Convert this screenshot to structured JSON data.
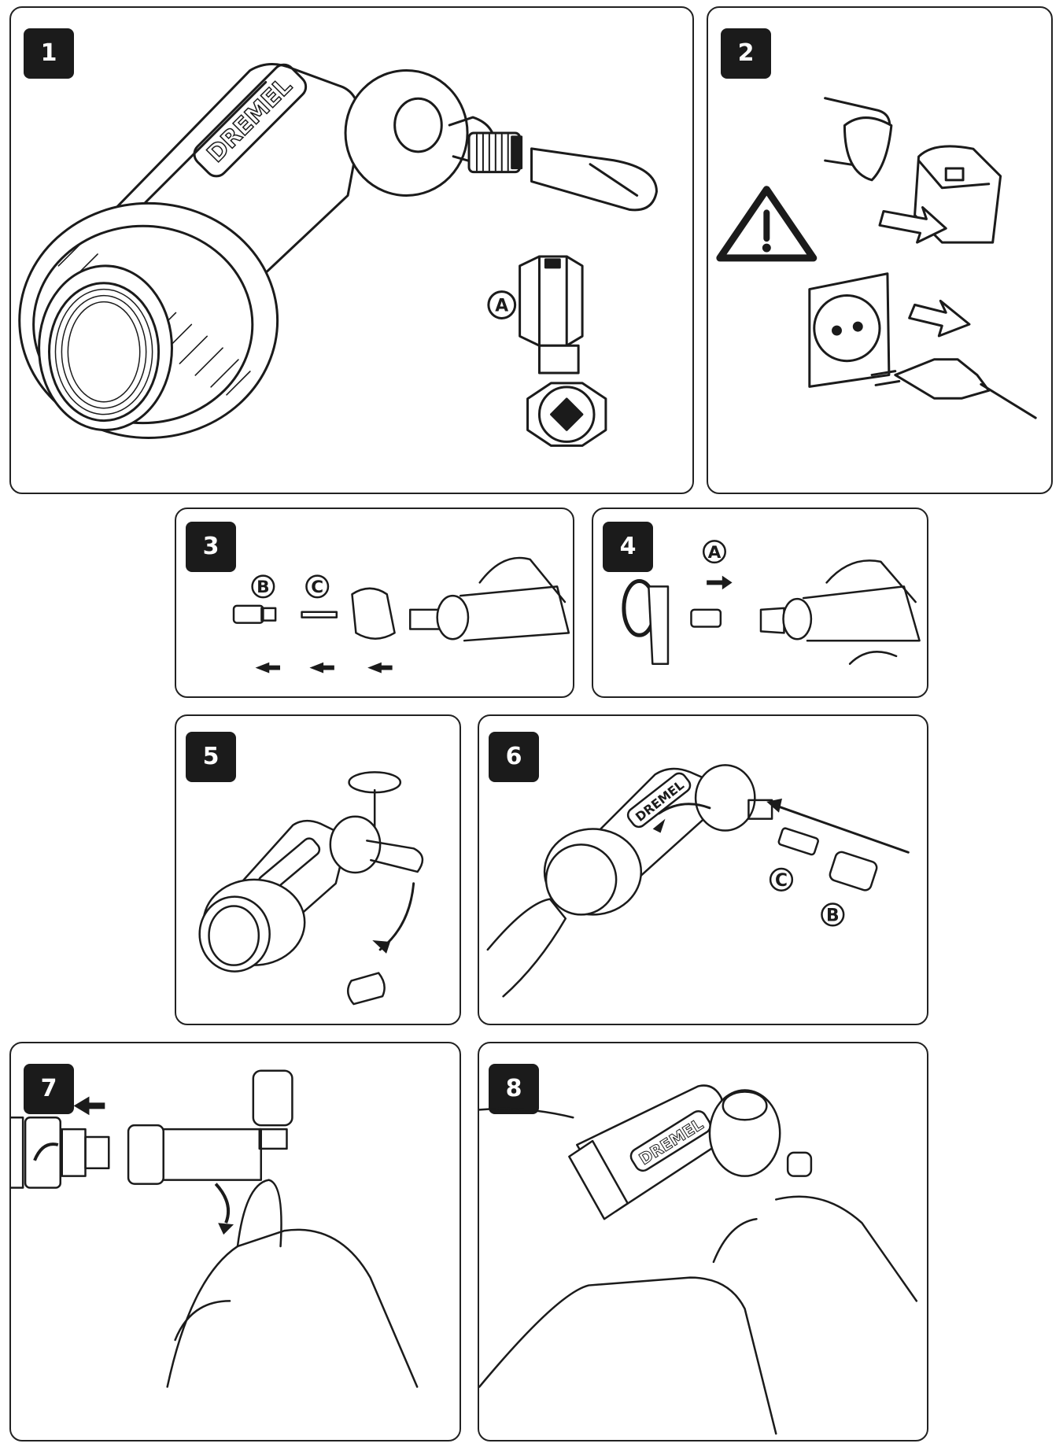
{
  "panels": [
    {
      "step": "1",
      "callouts": [
        "A"
      ],
      "brand": "DREMEL"
    },
    {
      "step": "2",
      "callouts": []
    },
    {
      "step": "3",
      "callouts": [
        "B",
        "C"
      ]
    },
    {
      "step": "4",
      "callouts": [
        "A"
      ]
    },
    {
      "step": "5",
      "callouts": []
    },
    {
      "step": "6",
      "callouts": [
        "C",
        "B"
      ],
      "brand": "DREMEL"
    },
    {
      "step": "7",
      "callouts": []
    },
    {
      "step": "8",
      "callouts": [],
      "brand": "DREMEL"
    }
  ],
  "colors": {
    "ink": "#1b1b1b",
    "paper": "#ffffff",
    "warning_yellow": "none"
  }
}
